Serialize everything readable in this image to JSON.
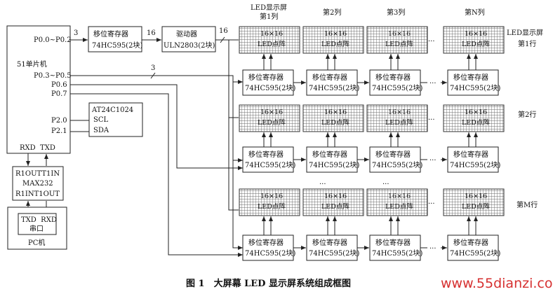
{
  "figure": {
    "caption": "图 1　大屏幕 LED 显示屏系统组成框图",
    "watermark": "www.55dianzi.com"
  },
  "mcu": {
    "title": "51单片机",
    "ports": [
      "P0.0~P0.2",
      "P0.3~P0.5",
      "P0.6",
      "P0.7",
      "P2.0",
      "P2.1"
    ],
    "serial": "RXD  TXD"
  },
  "top_chain": {
    "shift": [
      "移位寄存器",
      "74HC595(2块)"
    ],
    "driver": [
      "驱动器",
      "ULN2803(2块)"
    ],
    "bus_label_a": "3",
    "bus_label_b": "16",
    "bus_label_c": "16",
    "bus_label_d": "3"
  },
  "eeprom": {
    "lines": [
      "AT24C1024",
      "SCL",
      "SDA"
    ]
  },
  "max232": {
    "lines": [
      "R1OUTT1IN",
      "MAX232",
      "R1INT1OUT"
    ]
  },
  "pc": {
    "port": [
      "TXD  RXD",
      "串口"
    ],
    "label": "PC机"
  },
  "columns": [
    "LED显示屏",
    "第1列",
    "第2列",
    "第3列",
    "第N列"
  ],
  "rows": [
    "LED显示屏",
    "第1行",
    "第2行",
    "第M行"
  ],
  "module": {
    "line1": "16×16",
    "line2": "LED点阵"
  },
  "shift_unit": {
    "line1": "移位寄存器",
    "line2": "74HC595(2块)"
  },
  "ellipsis": "···"
}
